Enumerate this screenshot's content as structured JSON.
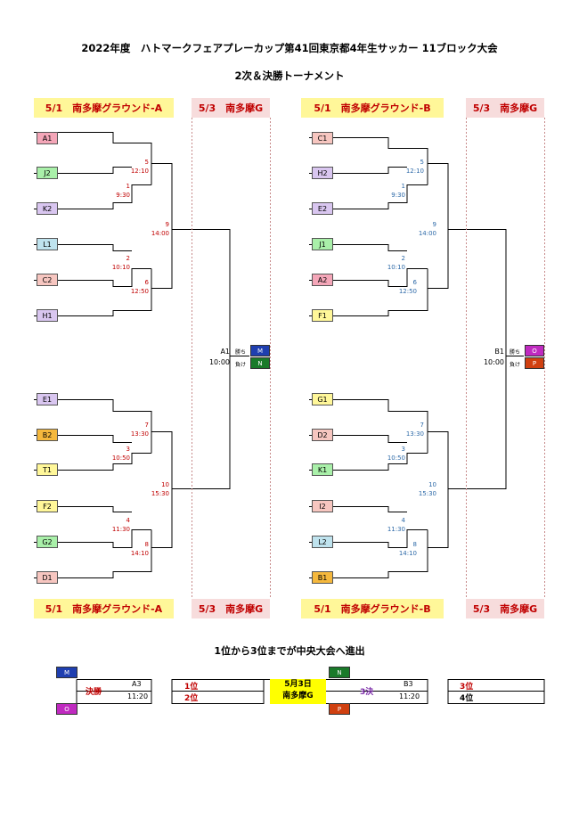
{
  "title": "2022年度　ハトマークフェアプレーカップ第41回東京都4年生サッカー 11ブロック大会",
  "subtitle": "2次＆決勝トーナメント",
  "headers": {
    "a_left": "5/1　南多摩グラウンド-A",
    "a_right": "5/3　南多摩G",
    "b_left": "5/1　南多摩グラウンド-B",
    "b_right": "5/3　南多摩G"
  },
  "colors": {
    "red": "#f4a6b8",
    "green": "#a9f0a9",
    "purple": "#d9c6f0",
    "blue": "#bfe3ee",
    "pink": "#f7c6c0",
    "orange": "#f5b83d",
    "yellow": "#fff799",
    "darkblue": "#1f3fb0",
    "darkgreen": "#1a7a2a",
    "magenta": "#c02ac0",
    "darkred": "#d04010"
  },
  "block_a": {
    "teams": [
      "A1",
      "J2",
      "K2",
      "L1",
      "C2",
      "H1",
      "E1",
      "B2",
      "T1",
      "F2",
      "G2",
      "D1"
    ],
    "matches": {
      "m5": [
        "5",
        "12:10"
      ],
      "m1": [
        "1",
        "9:30"
      ],
      "m9": [
        "9",
        "14:00"
      ],
      "m2": [
        "2",
        "10:10"
      ],
      "m6": [
        "6",
        "12:50"
      ],
      "m7": [
        "7",
        "13:30"
      ],
      "m3": [
        "3",
        "10:50"
      ],
      "m10": [
        "10",
        "15:30"
      ],
      "m4": [
        "4",
        "11:30"
      ],
      "m8": [
        "8",
        "14:10"
      ]
    },
    "final": {
      "code": "A1",
      "time": "10:00",
      "win_label": "勝ち",
      "lose_label": "負け",
      "win": "M",
      "lose": "N"
    }
  },
  "block_b": {
    "teams": [
      "C1",
      "H2",
      "E2",
      "J1",
      "A2",
      "F1",
      "G1",
      "D2",
      "K1",
      "I2",
      "L2",
      "B1"
    ],
    "matches": {
      "m5": [
        "5",
        "12:10"
      ],
      "m1": [
        "1",
        "9:30"
      ],
      "m9": [
        "9",
        "14:00"
      ],
      "m2": [
        "2",
        "10:10"
      ],
      "m6": [
        "6",
        "12:50"
      ],
      "m7": [
        "7",
        "13:30"
      ],
      "m3": [
        "3",
        "10:50"
      ],
      "m10": [
        "10",
        "15:30"
      ],
      "m4": [
        "4",
        "11:30"
      ],
      "m8": [
        "8",
        "14:10"
      ]
    },
    "final": {
      "code": "B1",
      "time": "10:00",
      "win_label": "勝ち",
      "lose_label": "負け",
      "win": "O",
      "lose": "P"
    }
  },
  "bottom": {
    "heading": "1位から3位までが中央大会へ進出",
    "final_label": "決勝",
    "final_code": "A3",
    "final_time": "11:20",
    "final_top": "M",
    "final_bottom": "O",
    "place1": "1位",
    "place2": "2位",
    "date": "5月3日",
    "venue": "南多摩G",
    "third_label": "3決",
    "third_code": "B3",
    "third_time": "11:20",
    "third_top": "N",
    "third_bottom": "P",
    "place3": "3位",
    "place4": "4位"
  }
}
